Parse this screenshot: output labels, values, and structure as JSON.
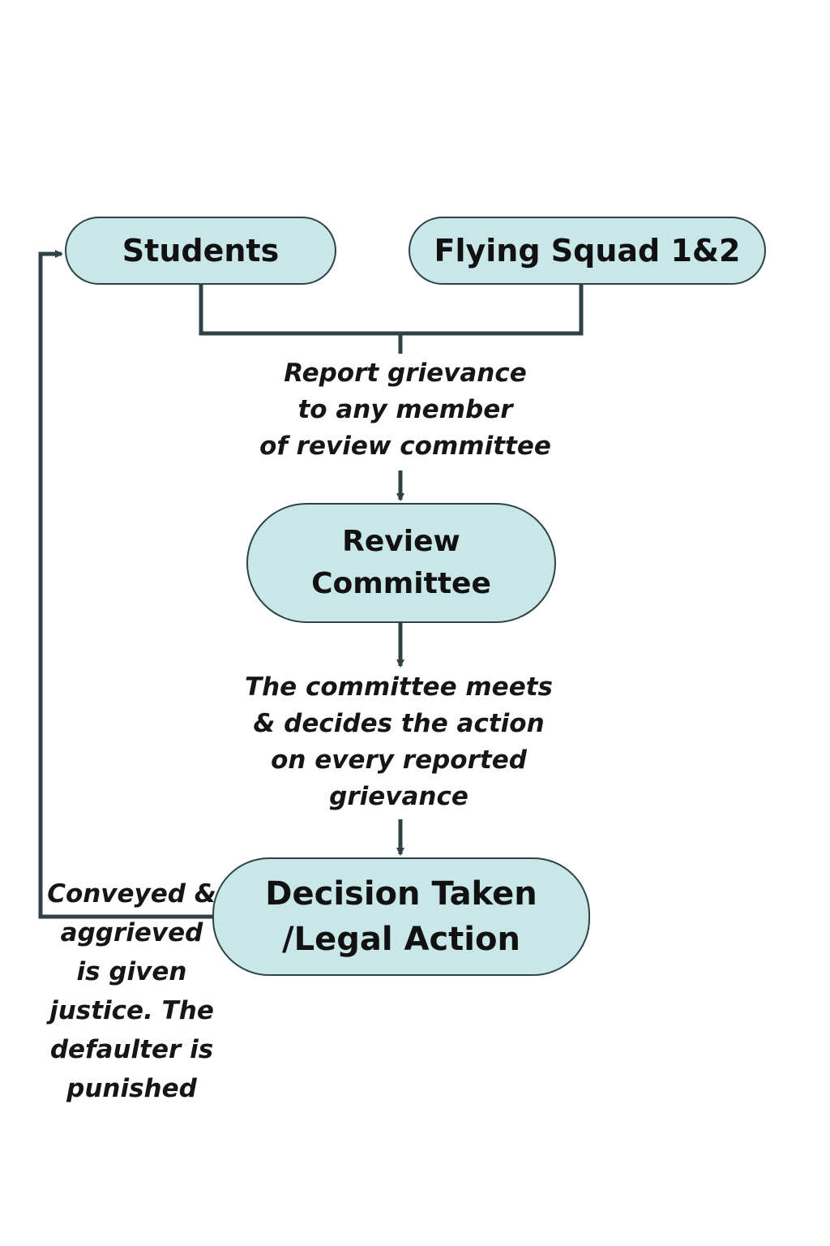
{
  "diagram": {
    "nodes": {
      "students": "Students",
      "flying_squad": "Flying Squad 1&2",
      "review_committee": "Review\nCommittee",
      "decision": "Decision Taken\n/Legal Action"
    },
    "edge_labels": {
      "report": "Report grievance\nto any member\nof review committee",
      "meets": "The committee meets\n& decides the action\non every reported\ngrievance",
      "conveyed": "Conveyed &\naggrieved\nis given\njustice. The\ndefaulter is\npunished"
    },
    "colors": {
      "node_fill": "#c9e6e9",
      "node_border": "#2f4347",
      "connector": "#2f4347",
      "text": "#111111"
    }
  }
}
